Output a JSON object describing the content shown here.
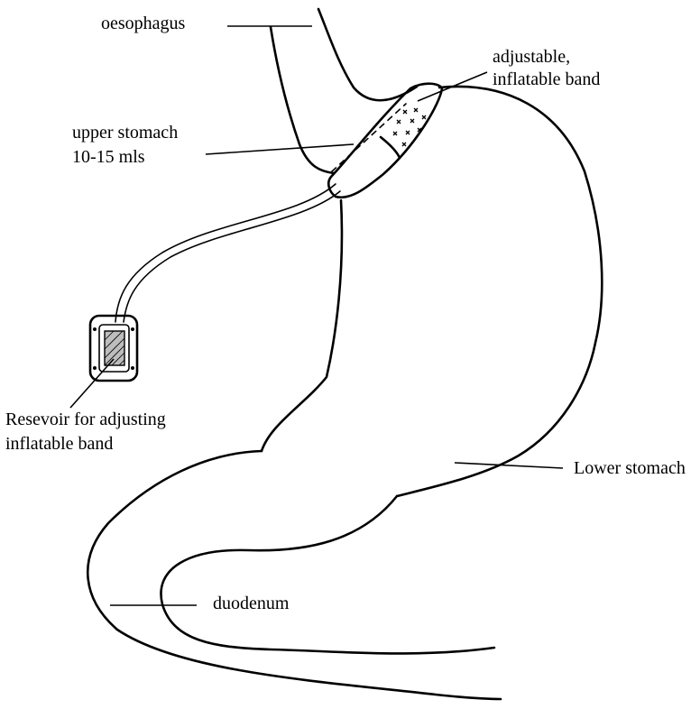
{
  "labels": {
    "oesophagus": "oesophagus",
    "band_line1": "adjustable,",
    "band_line2": "inflatable band",
    "upper_line1": "upper stomach",
    "upper_line2": "10-15 mls",
    "reservoir_line1": "Resevoir for adjusting",
    "reservoir_line2": "inflatable band",
    "lower_stomach": "Lower stomach",
    "duodenum": "duodenum"
  }
}
